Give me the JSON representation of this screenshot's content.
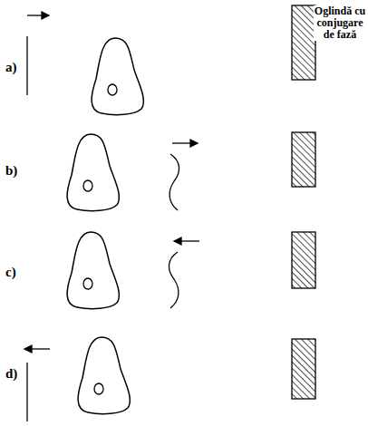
{
  "diagram": {
    "labels": [
      "a)",
      "b)",
      "c)",
      "d)",
      "Oglindă cu conjugare de fază"
    ]
  }
}
